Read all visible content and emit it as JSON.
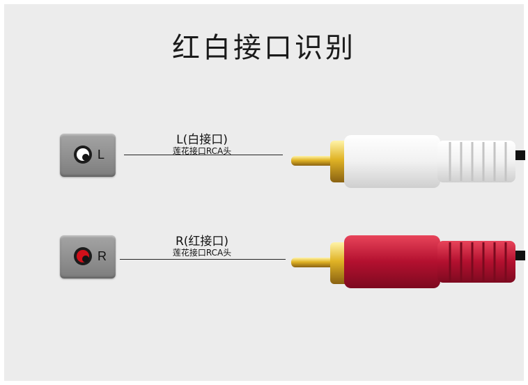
{
  "title": "红白接口识别",
  "channels": [
    {
      "letter": "L",
      "label": "L(白接口)",
      "sublabel": "莲花接口RCA头",
      "color": "white"
    },
    {
      "letter": "R",
      "label": "R(红接口)",
      "sublabel": "莲花接口RCA头",
      "color": "red"
    }
  ],
  "colors": {
    "white_connector": "#f1f1f1",
    "red_connector": "#b3102f",
    "gold_tip": "#e0b325",
    "port_ring_white": "#ffffff",
    "port_ring_red": "#d0101a"
  }
}
